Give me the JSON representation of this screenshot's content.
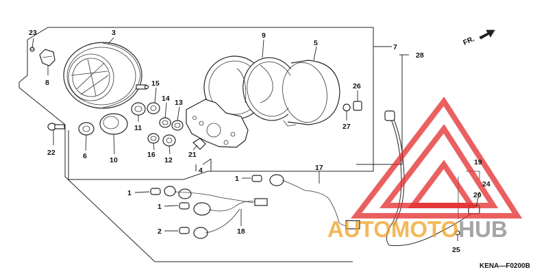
{
  "callouts": {
    "c1a": "1",
    "c1b": "1",
    "c1c": "1",
    "c2": "2",
    "c3": "3",
    "c4": "4",
    "c5": "5",
    "c6": "6",
    "c7": "7",
    "c8": "8",
    "c9": "9",
    "c10": "10",
    "c11": "11",
    "c12": "12",
    "c13": "13",
    "c14": "14",
    "c15": "15",
    "c16": "16",
    "c17": "17",
    "c18": "18",
    "c19": "19",
    "c20": "20",
    "c21": "21",
    "c22": "22",
    "c23": "23",
    "c24": "24",
    "c25": "25",
    "c26": "26",
    "c27": "27",
    "c28": "28"
  },
  "direction_label": "FR.",
  "diagram_code": "KENA—F0200B",
  "watermark": {
    "part1": "AUTOMOTO",
    "part2": "HUB",
    "primary_color": "#e32b2b",
    "secondary_color": "#f0a020",
    "tertiary_color": "#8f8f8f"
  }
}
